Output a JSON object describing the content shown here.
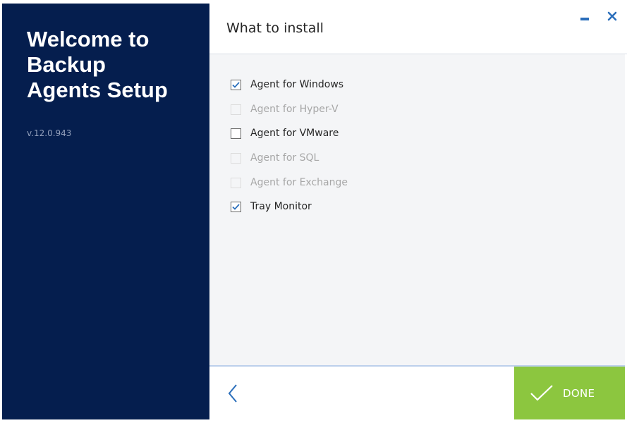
{
  "sidebar": {
    "title": "Welcome to\nBackup\nAgents Setup",
    "version": "v.12.0.943"
  },
  "header": {
    "title": "What to install",
    "minimize_icon": "minimize-icon",
    "close_icon": "close-icon"
  },
  "options": [
    {
      "label": "Agent for Windows",
      "checked": true,
      "enabled": true
    },
    {
      "label": "Agent for Hyper-V",
      "checked": false,
      "enabled": false
    },
    {
      "label": "Agent for VMware",
      "checked": false,
      "enabled": true
    },
    {
      "label": "Agent for SQL",
      "checked": false,
      "enabled": false
    },
    {
      "label": "Agent for Exchange",
      "checked": false,
      "enabled": false
    },
    {
      "label": "Tray Monitor",
      "checked": true,
      "enabled": true
    }
  ],
  "footer": {
    "back_icon": "chevron-left-icon",
    "done_label": "DONE",
    "done_icon": "checkmark-icon"
  },
  "colors": {
    "sidebar_bg": "#051e4e",
    "accent_blue": "#2a6ebb",
    "done_green": "#8cc63f"
  }
}
